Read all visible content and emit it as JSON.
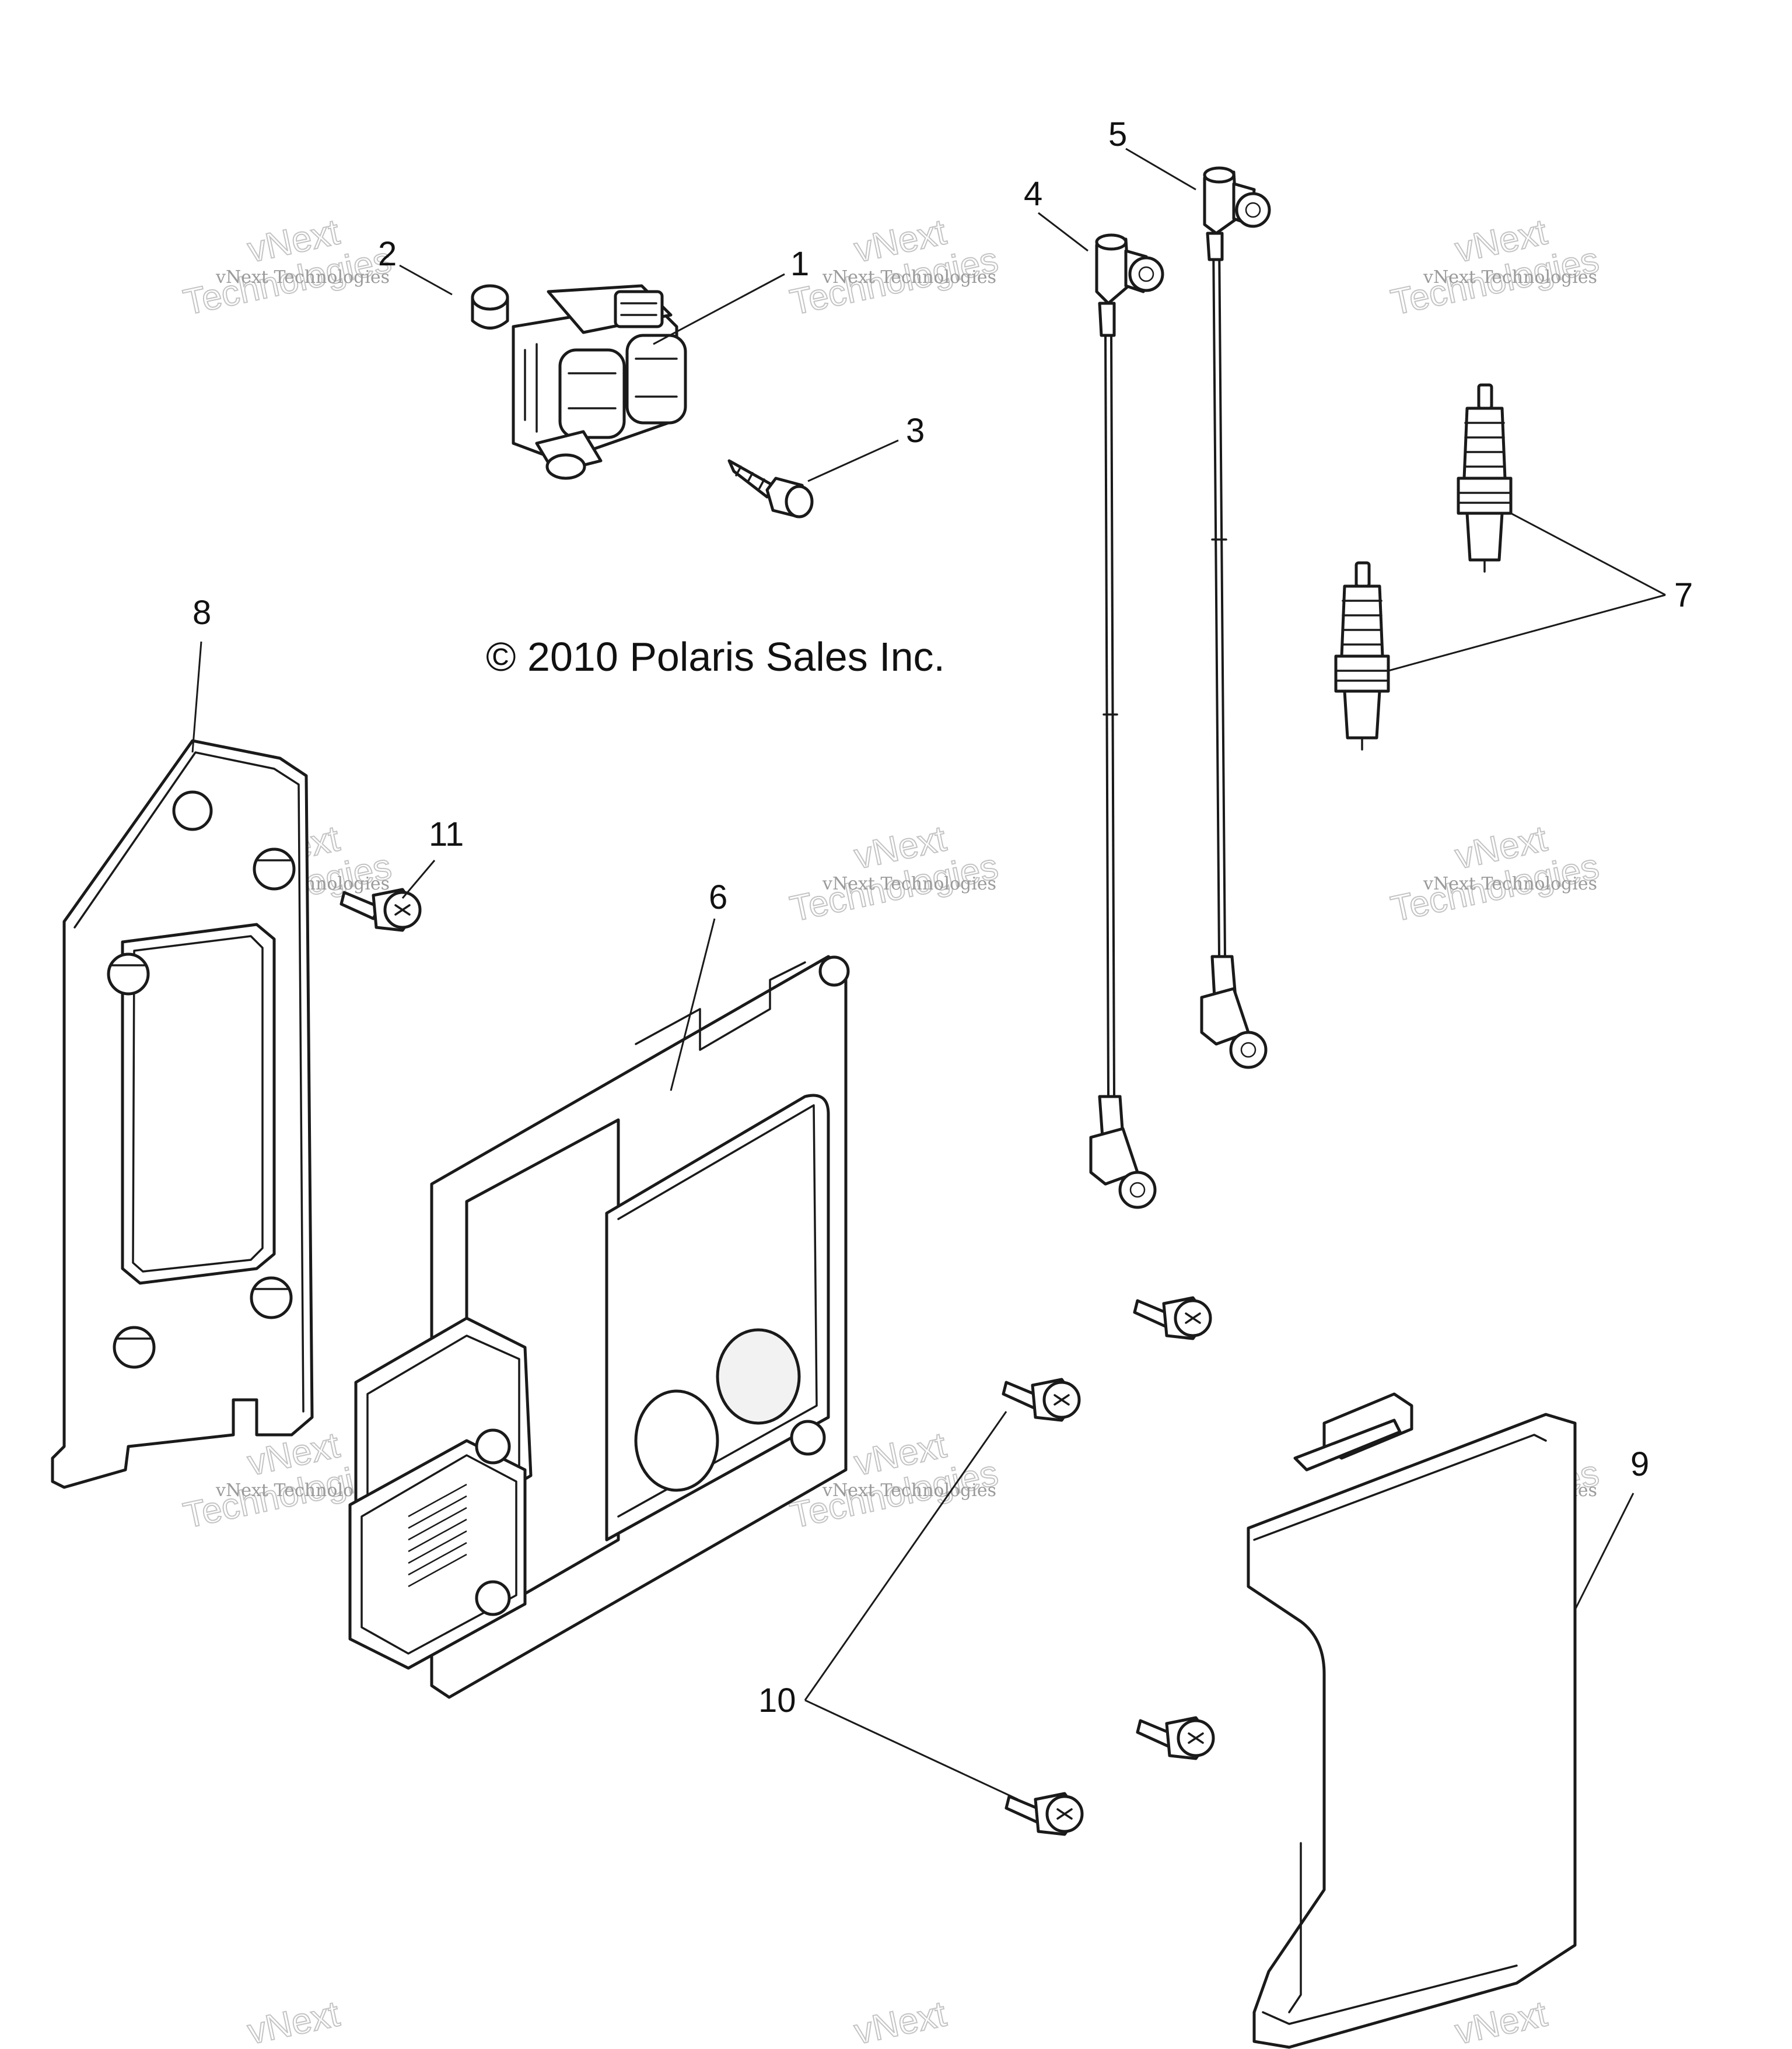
{
  "copyright": "© 2010 Polaris Sales Inc.",
  "callouts": [
    "1",
    "2",
    "3",
    "4",
    "5",
    "6",
    "7",
    "8",
    "9",
    "10",
    "11"
  ],
  "watermark": {
    "small": "vNext Technologies",
    "big_top": "vNext",
    "big_bottom": "Technologies"
  }
}
